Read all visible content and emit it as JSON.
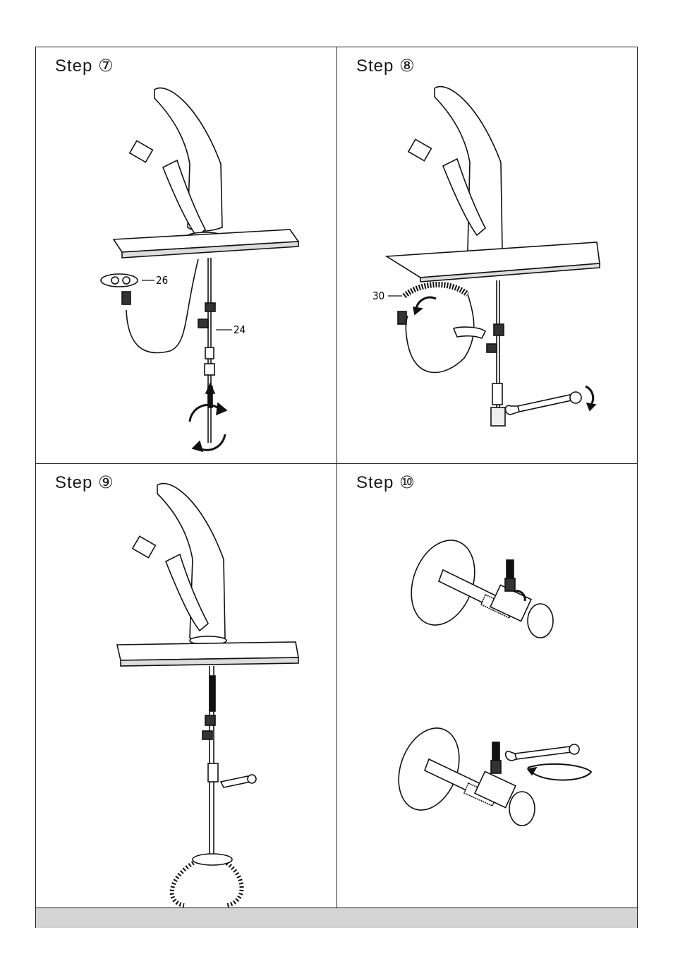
{
  "steps": [
    {
      "id": "7",
      "label": "Step",
      "number": "⑦",
      "callouts": [
        "26",
        "24"
      ]
    },
    {
      "id": "8",
      "label": "Step",
      "number": "⑧",
      "callouts": [
        "30"
      ]
    },
    {
      "id": "9",
      "label": "Step",
      "number": "⑨",
      "callouts": []
    },
    {
      "id": "10",
      "label": "Step",
      "number": "⑩",
      "callouts": []
    }
  ]
}
